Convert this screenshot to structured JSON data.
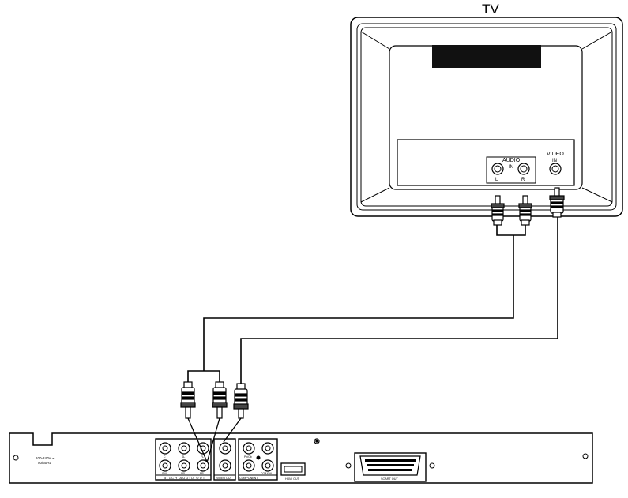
{
  "tv": {
    "title": "TV",
    "audio_in_label": "AUDIO",
    "audio_in_sub": "IN",
    "left_label": "L",
    "right_label": "R",
    "video_in_label": "VIDEO",
    "video_in_sub": "IN"
  },
  "player": {
    "power_label_1": "100-240V ~",
    "power_label_2": "50/60Hz",
    "audio_out_group_label": "5.1CH AUDIO OUT",
    "audio_jacks": [
      "SW",
      "SR",
      "FR",
      "C",
      "SL",
      "FL"
    ],
    "video_out_label": "VIDEO OUT",
    "component_label": "COMPONENT",
    "coaxial_label": "COAXIAL",
    "pb_label": "Pb/Cb",
    "hdmi_label": "HDMI OUT",
    "scart_label": "SCART OUT"
  },
  "colors": {
    "line": "#000000",
    "screen_block": "#111111",
    "background": "#ffffff"
  }
}
